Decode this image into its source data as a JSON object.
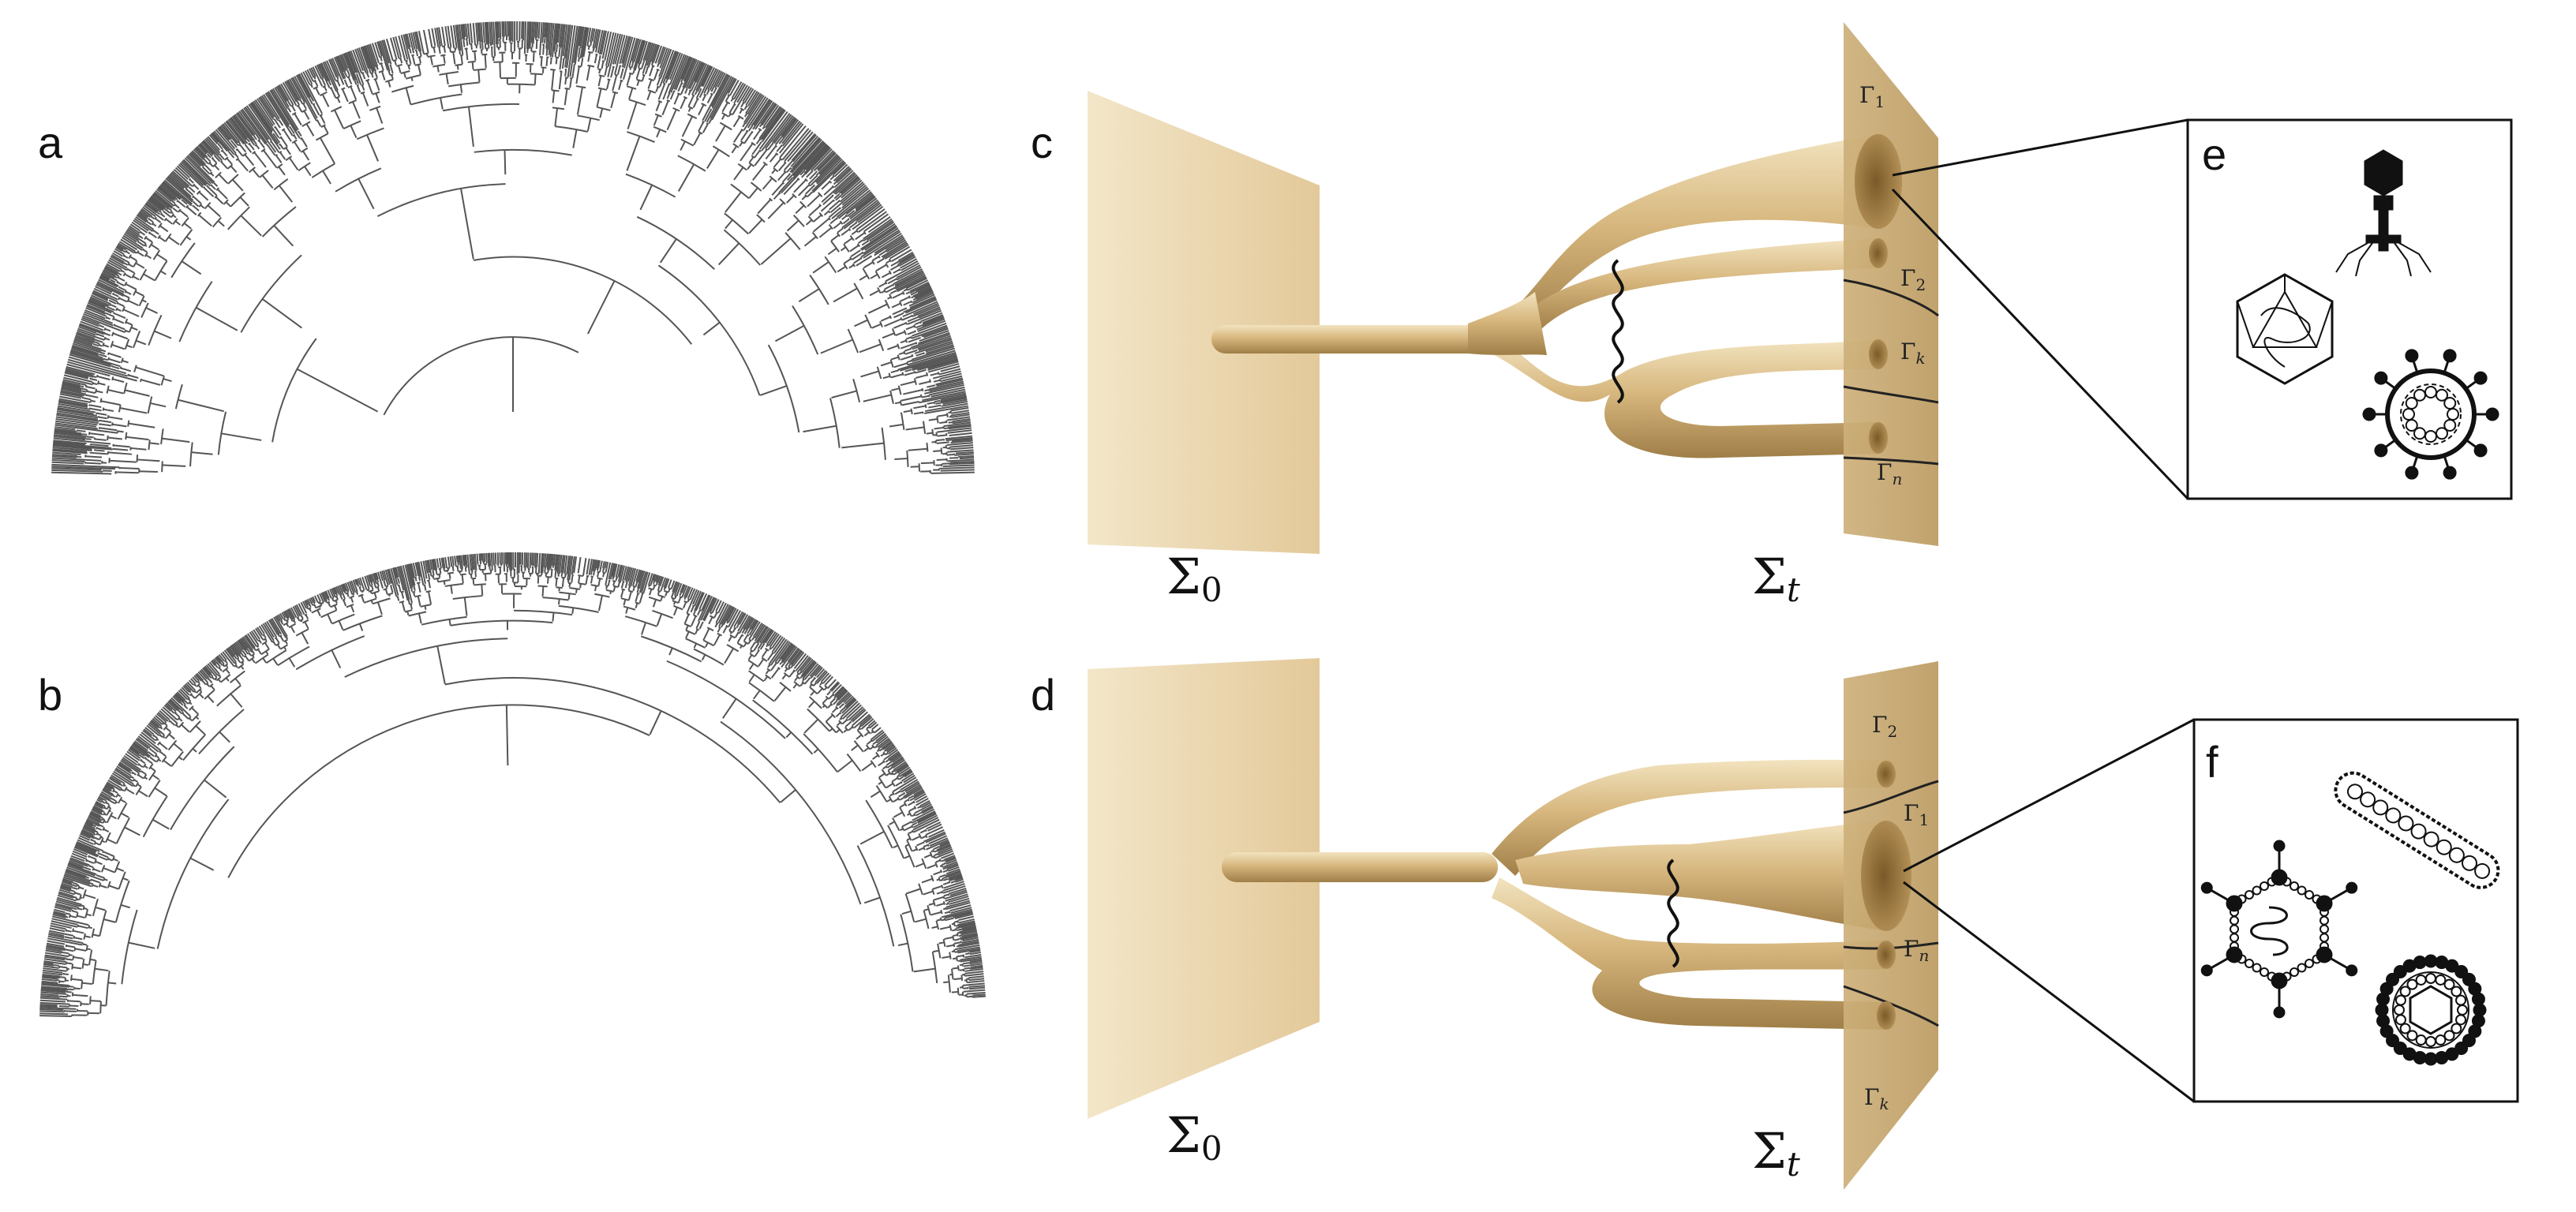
{
  "panels": {
    "a": {
      "letter": "a"
    },
    "b": {
      "letter": "b"
    },
    "c": {
      "letter": "c",
      "surface_left": {
        "symbol": "Σ",
        "subscript": "0"
      },
      "surface_right": {
        "symbol": "Σ",
        "subscript": "t"
      },
      "region_labels": [
        {
          "symbol": "Γ",
          "subscript": "1"
        },
        {
          "symbol": "Γ",
          "subscript": "2"
        },
        {
          "symbol": "Γ",
          "subscript": "k"
        },
        {
          "symbol": "Γ",
          "subscript": "n"
        }
      ]
    },
    "d": {
      "letter": "d",
      "surface_left": {
        "symbol": "Σ",
        "subscript": "0"
      },
      "surface_right": {
        "symbol": "Σ",
        "subscript": "t"
      },
      "region_labels": [
        {
          "symbol": "Γ",
          "subscript": "2"
        },
        {
          "symbol": "Γ",
          "subscript": "1"
        },
        {
          "symbol": "Γ",
          "subscript": "n"
        },
        {
          "symbol": "Γ",
          "subscript": "k"
        }
      ]
    },
    "e": {
      "letter": "e",
      "icons": [
        "bacteriophage-icon",
        "icosahedral-virus-icon",
        "enveloped-virus-icon"
      ]
    },
    "f": {
      "letter": "f",
      "icons": [
        "rod-virus-icon",
        "adenovirus-icon",
        "spherical-virus-icon"
      ]
    }
  },
  "colors": {
    "surface": "#ecd9b0",
    "tube": "#d4b57c",
    "tube_dark": "#9c7c44",
    "tree_line": "#555555"
  }
}
